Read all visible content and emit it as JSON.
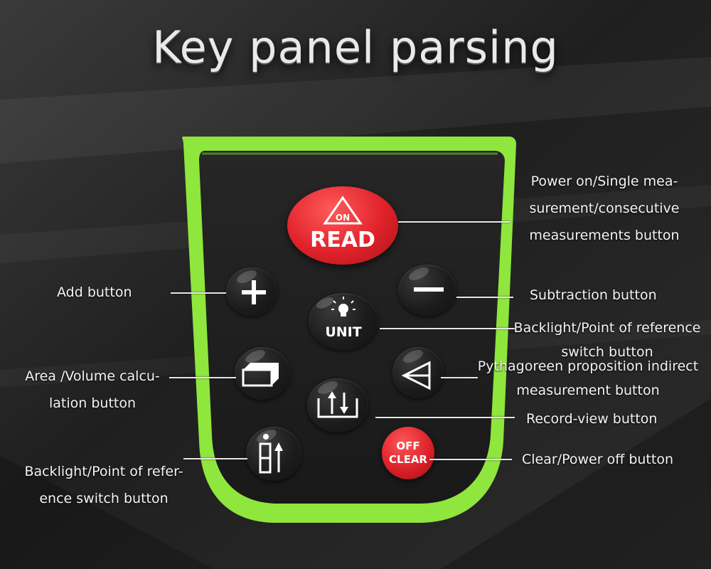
{
  "title": "Key panel parsing",
  "colors": {
    "panel_frame": "#8fe63c",
    "panel_face": "#1e1e1e",
    "read_button": "#e0222a",
    "clear_button": "#d81e26"
  },
  "buttons": {
    "on_read": {
      "top": "ON",
      "bottom": "READ"
    },
    "unit": "UNIT",
    "off_clear": {
      "top": "OFF",
      "bottom": "CLEAR"
    },
    "icons": [
      "plus-icon",
      "minus-icon",
      "bulb-icon",
      "box-icon",
      "triangle-icon",
      "record-arrows-icon",
      "reference-switch-icon"
    ]
  },
  "labels": {
    "power": [
      "Power on/Single mea-",
      "surement/consecutive",
      "measurements button"
    ],
    "add": "Add button",
    "subtraction": "Subtraction button",
    "backlight_right": [
      "Backlight/Point of reference",
      "switch button"
    ],
    "area": [
      "Area /Volume calcu-",
      "lation button"
    ],
    "pythagorean": [
      "Pythagoreen proposition indirect",
      "measurement button"
    ],
    "record": "Record-view button",
    "clear": "Clear/Power off button",
    "backlight_left": [
      "Backlight/Point of refer-",
      "ence switch button"
    ]
  }
}
